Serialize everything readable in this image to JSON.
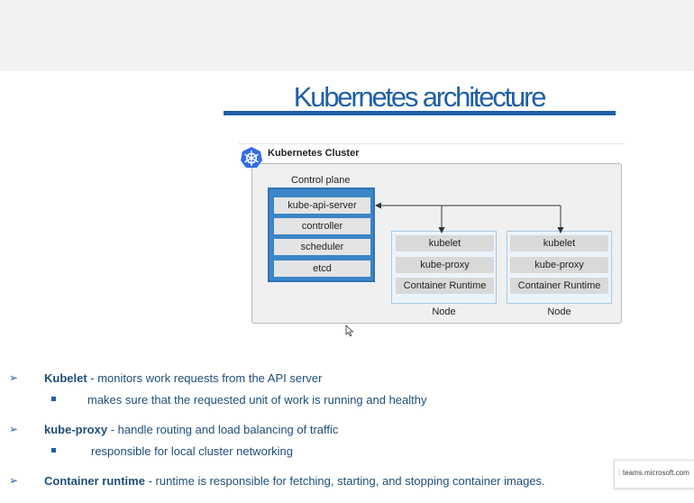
{
  "slide": {
    "title": "Kubernetes architecture"
  },
  "diagram": {
    "cluster_label": "Kubernetes Cluster",
    "control_plane": {
      "label": "Control plane",
      "components": [
        "kube-api-server",
        "controller",
        "scheduler",
        "etcd"
      ]
    },
    "nodes": [
      {
        "label": "Node",
        "components": [
          "kubelet",
          "kube-proxy",
          "Container Runtime"
        ]
      },
      {
        "label": "Node",
        "components": [
          "kubelet",
          "kube-proxy",
          "Container Runtime"
        ]
      }
    ],
    "colors": {
      "control_plane_fill": "#3b86c6",
      "node_border": "#a7c8e6",
      "title": "#1f5fa8"
    }
  },
  "bullets": [
    {
      "term": "Kubelet",
      "text": " - monitors work requests from the API server",
      "sub": "makes sure that the requested unit of work is running and healthy"
    },
    {
      "term": "kube-proxy",
      "text": " - handle routing and load balancing of traffic",
      "sub": "responsible for local cluster networking"
    },
    {
      "term": "Container runtime",
      "text": " - runtime is responsible for fetching, starting, and stopping container images."
    }
  ],
  "toast": {
    "text": "teams.microsoft.com"
  }
}
